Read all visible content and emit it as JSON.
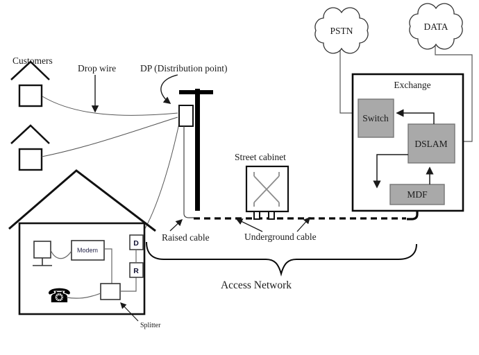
{
  "title": "Access network diagram",
  "labels": {
    "customers": "Customers",
    "drop_wire": "Drop wire",
    "dp": "DP (Distribution point)",
    "raised_cable": "Raised cable",
    "street_cabinet": "Street cabinet",
    "underground_cable": "Underground cable",
    "access_network": "Access Network",
    "splitter": "Splitter",
    "modem": "Modem",
    "entry_d": "D",
    "entry_r": "R",
    "phone_icon": "☎"
  },
  "exchange": {
    "title": "Exchange",
    "nodes": {
      "switch": "Switch",
      "dslam": "DSLAM",
      "mdf": "MDF"
    }
  },
  "clouds": {
    "pstn": "PSTN",
    "data": "DATA"
  },
  "colors": {
    "background": "#ffffff",
    "line": "#1a1a1a",
    "thin_line": "#555555",
    "node_fill": "#a9a9a9",
    "node_border": "#767676",
    "cabinet_x": "#8c8c8c"
  }
}
